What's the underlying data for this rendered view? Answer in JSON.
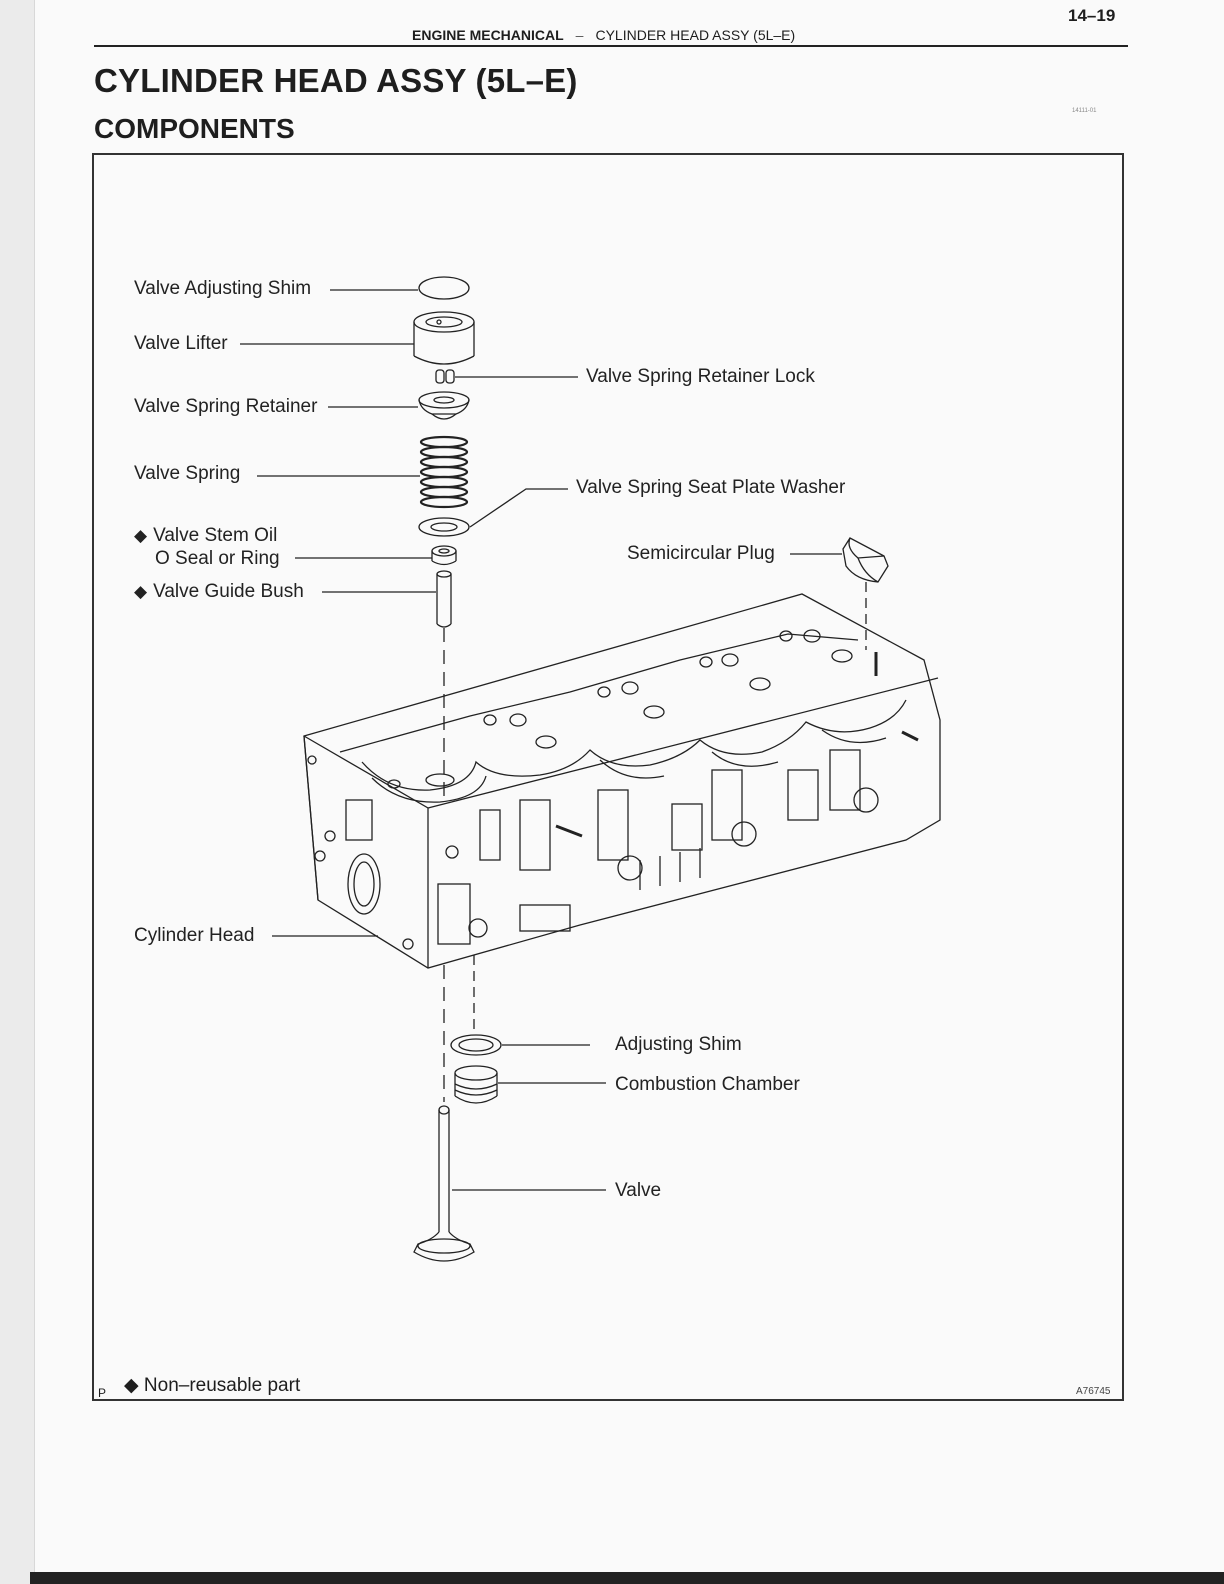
{
  "page": {
    "number": "14–19",
    "header_section": "ENGINE MECHANICAL",
    "header_separator": "–",
    "header_subsection": "CYLINDER HEAD ASSY (5L–E)",
    "title": "CYLINDER HEAD ASSY (5L–E)",
    "subtitle": "COMPONENTS",
    "ref_code": "14111-01"
  },
  "diagram": {
    "labels": {
      "valve_adjusting_shim": "Valve Adjusting Shim",
      "valve_lifter": "Valve Lifter",
      "valve_spring_retainer_lock": "Valve Spring Retainer Lock",
      "valve_spring_retainer": "Valve Spring Retainer",
      "valve_spring": "Valve Spring",
      "valve_spring_seat_plate_washer": "Valve Spring Seat Plate Washer",
      "valve_stem_oil_seal_line1": "Valve Stem Oil",
      "valve_stem_oil_seal_line2": "O Seal or Ring",
      "semicircular_plug": "Semicircular Plug",
      "valve_guide_bush": "Valve Guide Bush",
      "cylinder_head": "Cylinder Head",
      "adjusting_shim": "Adjusting Shim",
      "combustion_chamber": "Combustion Chamber",
      "valve": "Valve"
    },
    "non_reusable_mark": "◆",
    "legend_note": "Non–reusable part",
    "corner_letter": "P",
    "figure_code": "A76745"
  }
}
